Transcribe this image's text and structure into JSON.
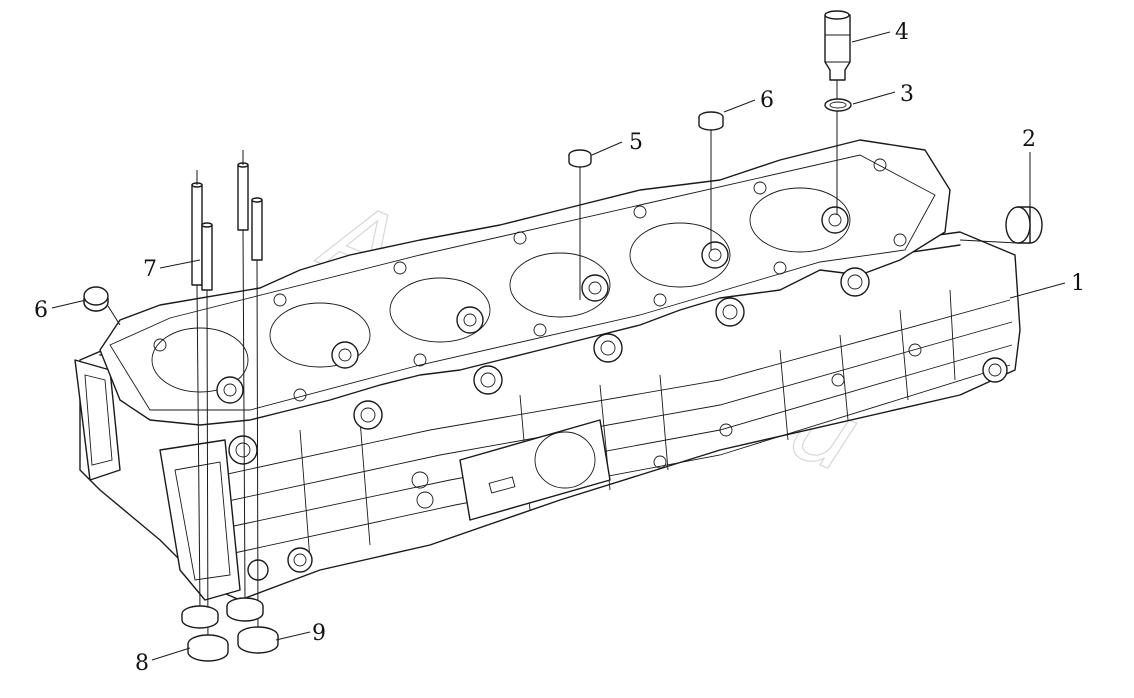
{
  "drawing": {
    "callouts": [
      "1",
      "2",
      "3",
      "4",
      "5",
      "6",
      "6",
      "7",
      "8",
      "9"
    ],
    "watermark": "Autogear.ru"
  }
}
